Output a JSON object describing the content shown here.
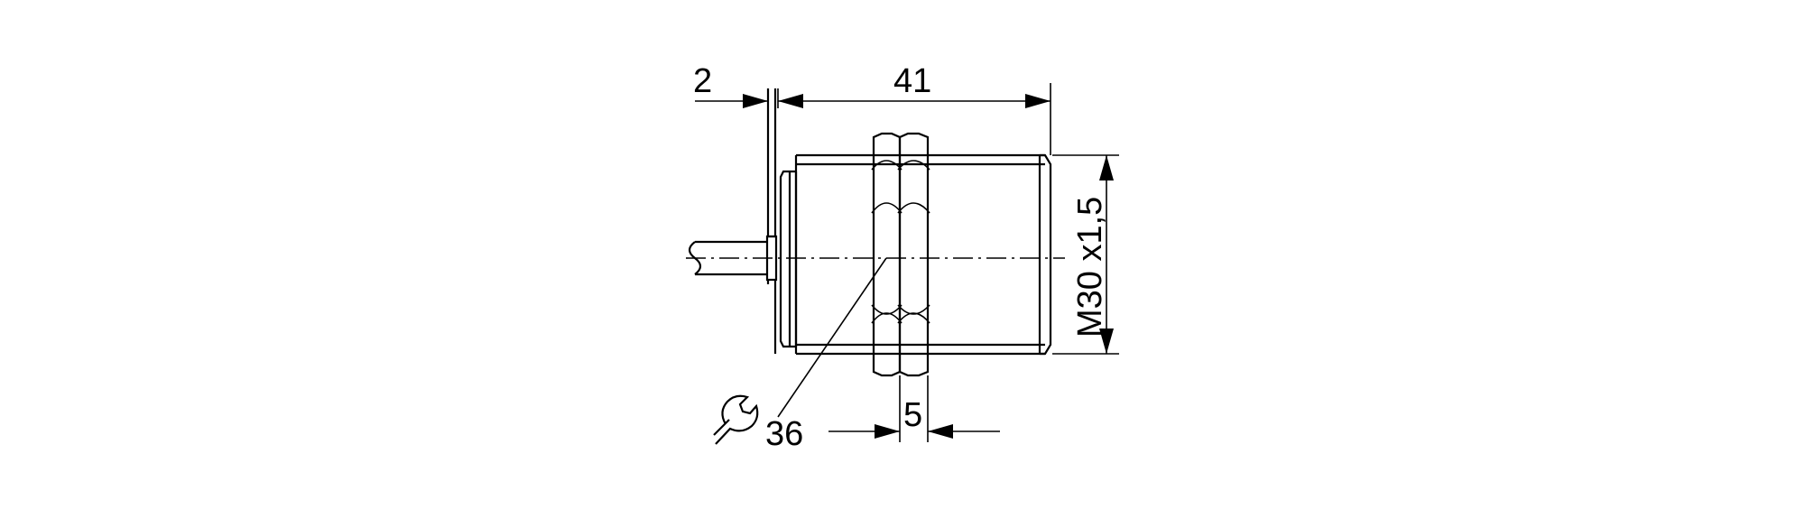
{
  "diagram": {
    "dimensions": {
      "flange_gap": "2",
      "body_length": "41",
      "thread": "M30 x1,5",
      "wrench_size": "36",
      "nut_width": "5"
    },
    "icons": {
      "wrench": "wrench-icon"
    },
    "colors": {
      "line": "#000000",
      "background": "#ffffff"
    }
  }
}
